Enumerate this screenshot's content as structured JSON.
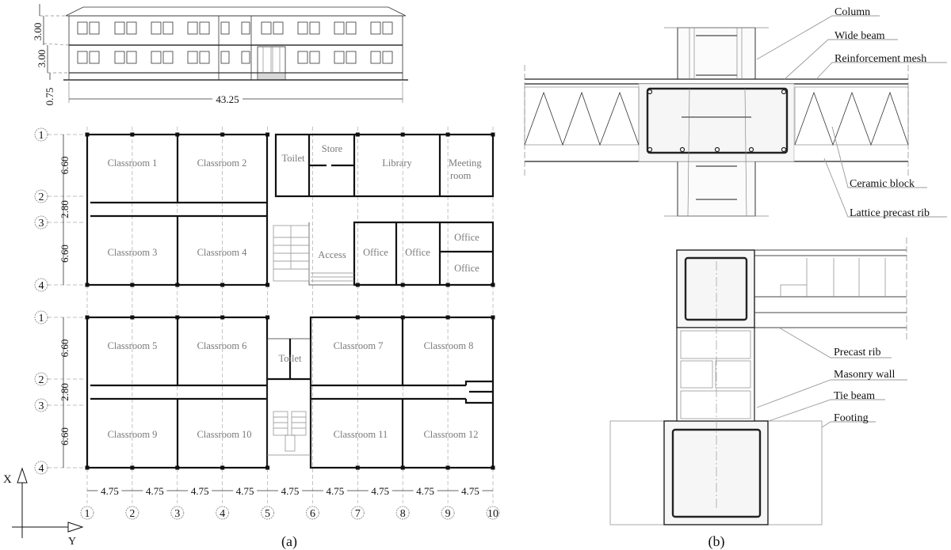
{
  "elevation": {
    "width_dim": "43.25",
    "height_dims": [
      "3.00",
      "3.00",
      "0.75"
    ]
  },
  "plan": {
    "grid_x_labels": [
      "1",
      "2",
      "3",
      "4",
      "5",
      "6",
      "7",
      "8",
      "9",
      "10"
    ],
    "grid_y_labels": [
      "1",
      "2",
      "3",
      "4"
    ],
    "bay_dims": [
      "4.75",
      "4.75",
      "4.75",
      "4.75",
      "4.75",
      "4.75",
      "4.75",
      "4.75",
      "4.75"
    ],
    "row_dims": [
      "6.60",
      "2.80",
      "6.60"
    ],
    "upper_rooms": {
      "classroom1": "Classroom 1",
      "classroom2": "Classroom 2",
      "toilet": "Toilet",
      "store": "Store",
      "library": "Library",
      "meeting_line1": "Meeting",
      "meeting_line2": "room",
      "classroom3": "Classroom 3",
      "classroom4": "Classroom 4",
      "access": "Access",
      "office_a": "Office",
      "office_b": "Office",
      "office_c": "Office",
      "office_d": "Office"
    },
    "lower_rooms": {
      "classroom5": "Classroom 5",
      "classroom6": "Classroom 6",
      "toilet": "Toilet",
      "classroom7": "Classroom 7",
      "classroom8": "Classroom 8",
      "classroom9": "Classroom 9",
      "classroom10": "Classroom 10",
      "classroom11": "Classroom 11",
      "classroom12": "Classroom 12"
    },
    "axis_x": "X",
    "axis_y": "Y",
    "caption": "(a)"
  },
  "detail": {
    "top_labels": {
      "column": "Column",
      "wide_beam": "Wide beam",
      "reinforcement_mesh": "Reinforcement mesh",
      "ceramic_block": "Ceramic block",
      "lattice_precast_rib": "Lattice precast rib"
    },
    "bottom_labels": {
      "precast_rib": "Precast rib",
      "masonry_wall": "Masonry wall",
      "tie_beam": "Tie beam",
      "footing": "Footing"
    },
    "caption": "(b)"
  }
}
